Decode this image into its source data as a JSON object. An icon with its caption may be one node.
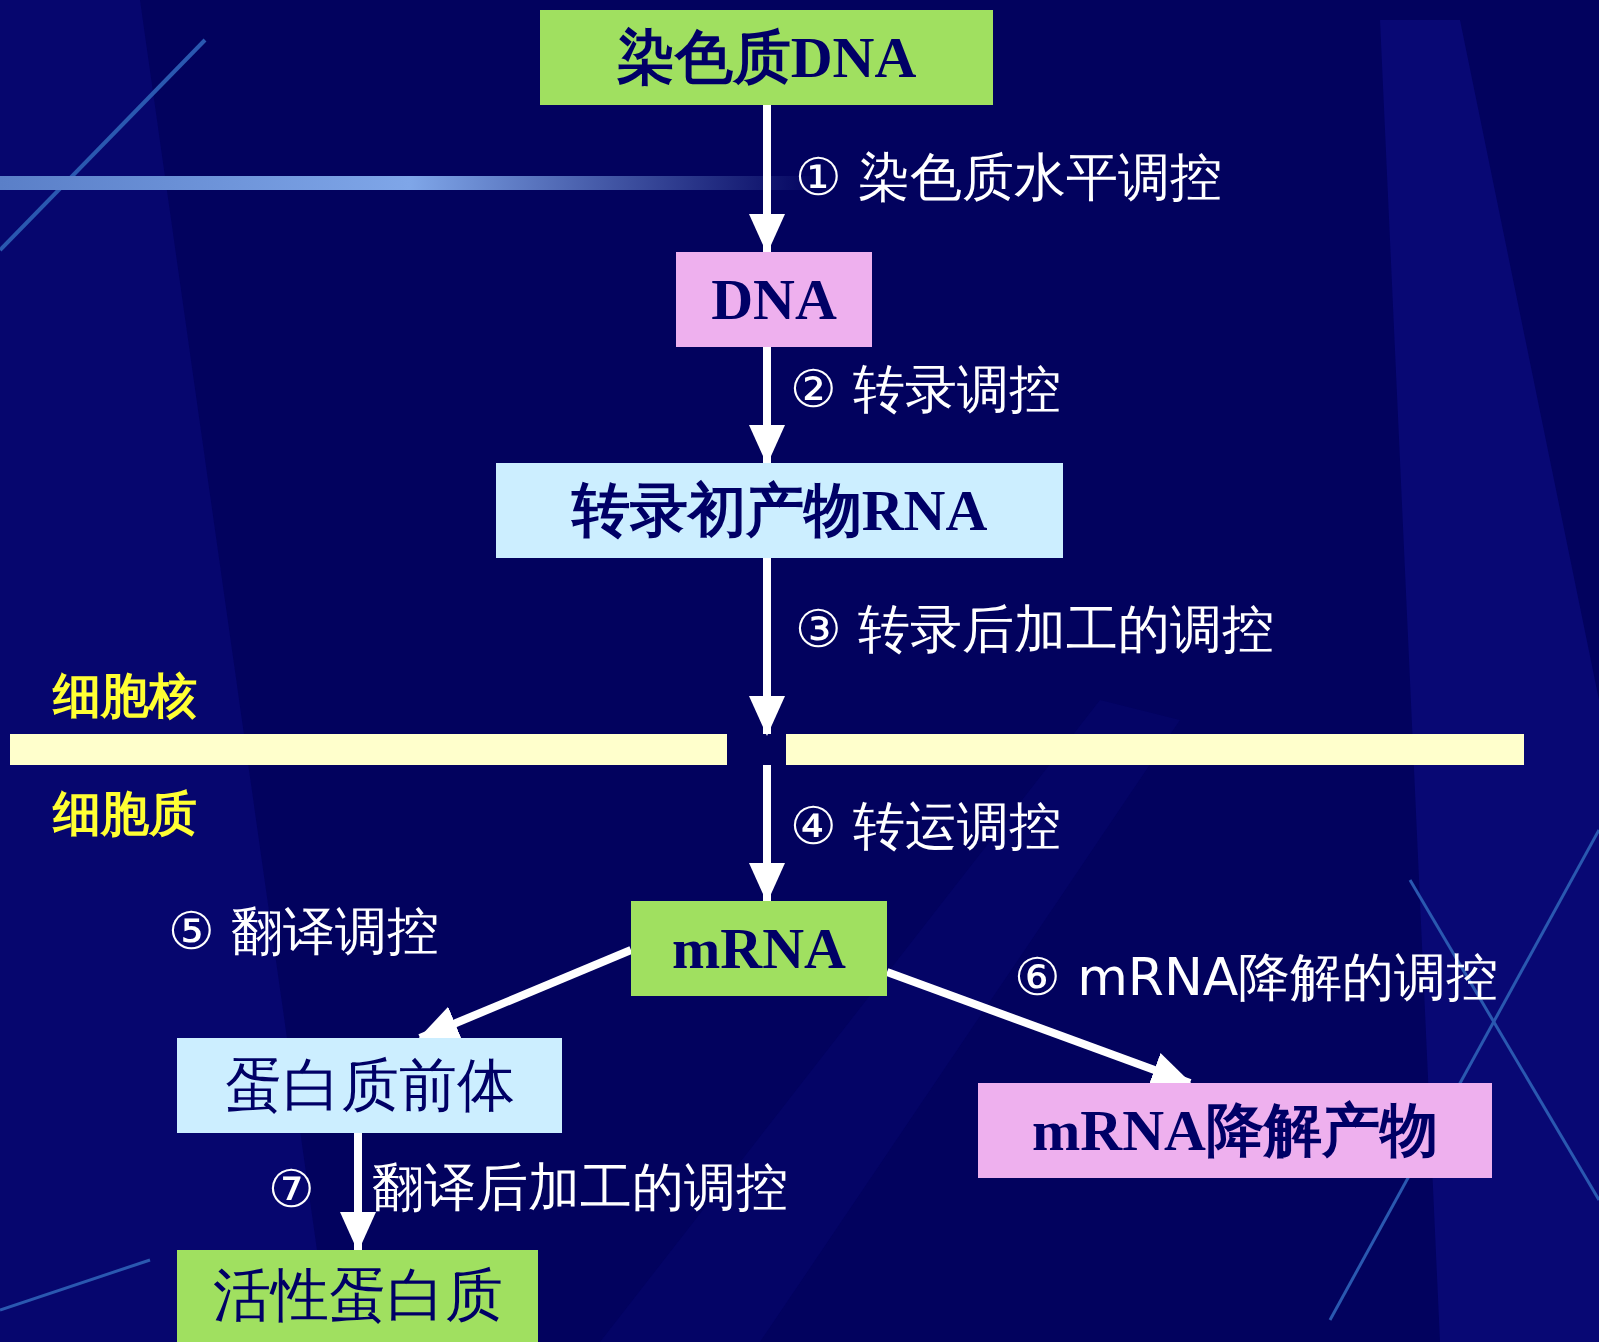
{
  "diagram": {
    "nodes": [
      {
        "text": [
          "染色质DNA"
        ]
      },
      {
        "text": [
          "DNA"
        ]
      },
      {
        "text": [
          "转录初产物RNA"
        ]
      },
      {
        "text": [],
        "shape": "bar"
      },
      {
        "text": [
          "mRNA"
        ]
      },
      {
        "text": [
          "蛋白质前体"
        ]
      },
      {
        "text": [
          "mRNA降解产物"
        ]
      },
      {
        "text": [
          "活性蛋白质"
        ]
      }
    ],
    "edges": [
      {
        "from": 0,
        "to": 1,
        "arrow": "to",
        "label": "① 染色质水平调控"
      },
      {
        "from": 1,
        "to": 2,
        "arrow": "to",
        "label": "② 转录调控"
      },
      {
        "from": 2,
        "to": 3,
        "arrow": "to",
        "label": "③ 转录后加工的调控"
      },
      {
        "from": 3,
        "to": 4,
        "arrow": "to",
        "label": "④ 转运调控"
      },
      {
        "from": 4,
        "to": 5,
        "arrow": "to",
        "label": "⑤ 翻译调控"
      },
      {
        "from": 4,
        "to": 6,
        "arrow": "to",
        "label": "⑥ mRNA降解的调控"
      },
      {
        "from": 5,
        "to": 7,
        "arrow": "to",
        "label": "翻译后加工的调控"
      }
    ],
    "labels": [
      "细胞核",
      "细胞质",
      "⑦"
    ]
  }
}
